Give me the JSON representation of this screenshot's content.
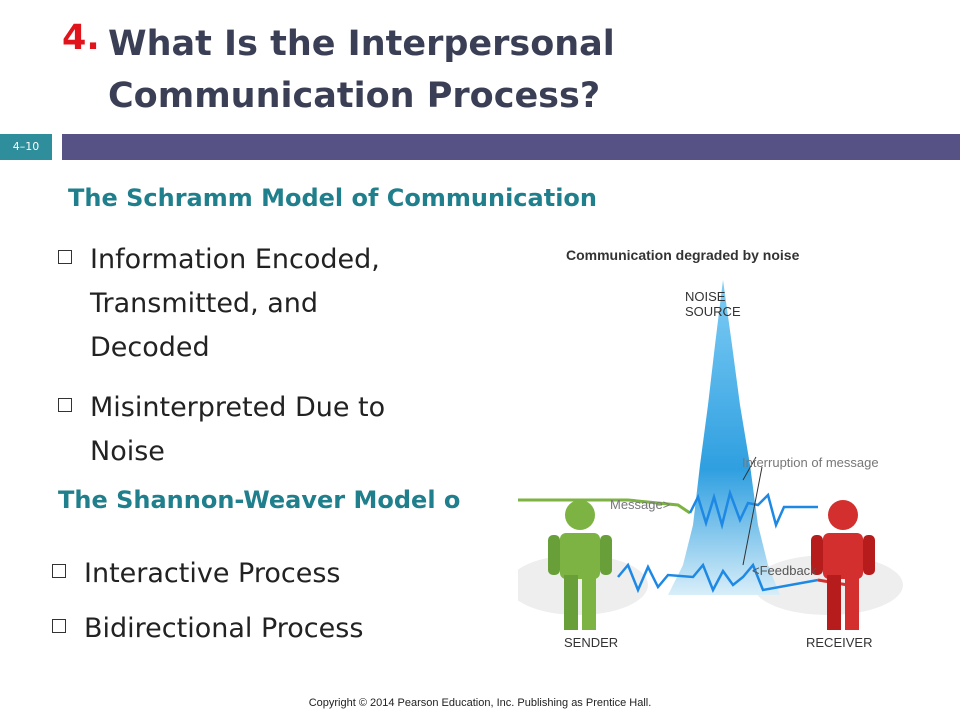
{
  "title": {
    "number": "4.",
    "line1": "What Is the Interpersonal",
    "line2": "Communication Process?"
  },
  "slide_number": "4–10",
  "schramm": {
    "heading": "The Schramm Model of Communication",
    "bullets": [
      [
        "Information Encoded,",
        "Transmitted, and",
        "Decoded"
      ],
      [
        "Misinterpreted Due to",
        "Noise"
      ]
    ]
  },
  "shannon": {
    "heading": "The Shannon-Weaver Model o",
    "bullets": [
      "Interactive Process",
      "Bidirectional Process"
    ]
  },
  "diagram": {
    "title": "Communication degraded by noise",
    "noise_source": [
      "NOISE",
      "SOURCE"
    ],
    "interruption": "Interruption of message",
    "message": "Message>",
    "feedback": "<Feedback",
    "sender": "SENDER",
    "receiver": "RECEIVER",
    "colors": {
      "sender": "#7cb342",
      "receiver": "#d32f2f",
      "noise": "#3aa6e0",
      "feedback": "#1e88e5"
    }
  },
  "footer": "Copyright © 2014  Pearson Education, Inc.  Publishing as Prentice Hall."
}
